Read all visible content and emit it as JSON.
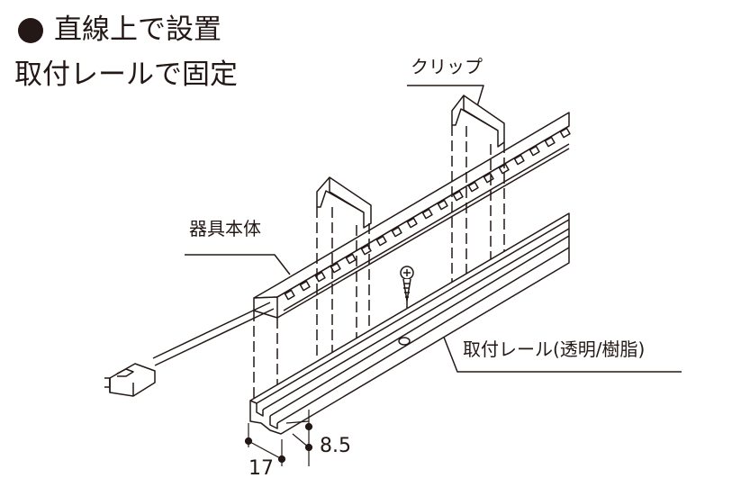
{
  "heading": {
    "line1": "直線上で設置",
    "line2": "取付レールで固定"
  },
  "labels": {
    "clip": "クリップ",
    "body": "器具本体",
    "rail": "取付レール(透明/樹脂)"
  },
  "dimensions": {
    "height": "8.5",
    "width": "17"
  },
  "colors": {
    "ink": "#231815"
  }
}
